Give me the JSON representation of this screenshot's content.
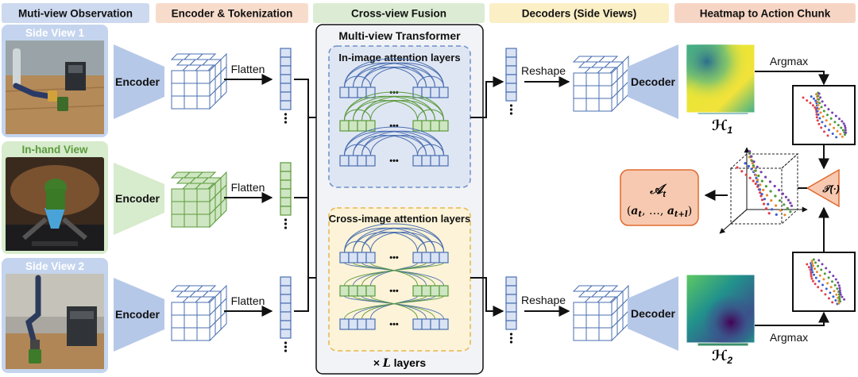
{
  "headers": [
    {
      "label": "Muti-view Observation",
      "color": "#cdd9ee"
    },
    {
      "label": "Encoder & Tokenization",
      "color": "#f8dccb"
    },
    {
      "label": "Cross-view Fusion",
      "color": "#dcecd4"
    },
    {
      "label": "Decoders (Side Views)",
      "color": "#fbefc6"
    },
    {
      "label": "Heatmap to Action Chunk",
      "color": "#f7d5c4"
    }
  ],
  "views": [
    {
      "label": "Side View 1",
      "label_color": "#ffffff",
      "panel_color": "#c4d4ee"
    },
    {
      "label": "In-hand View",
      "label_color": "#5b9a3c",
      "panel_color": "#d7ebcd"
    },
    {
      "label": "Side View 2",
      "label_color": "#ffffff",
      "panel_color": "#c4d4ee"
    }
  ],
  "encoder": {
    "label": "Encoder",
    "color": "#b6c8e8"
  },
  "flatten": {
    "label": "Flatten"
  },
  "reshape": {
    "label": "Reshape"
  },
  "decoder": {
    "label": "Decoder"
  },
  "argmax": {
    "label": "Argmax"
  },
  "transformer": {
    "title": "Multi-view Transformer",
    "in_image": "In-image attention layers",
    "cross_image": "Cross-image attention layers",
    "dots": "•••",
    "layers_prefix": "×",
    "layers_var": "L",
    "layers_suffix": "layers"
  },
  "heatmaps": {
    "h1": "ℋ",
    "h1_sub": "1",
    "h2": "ℋ",
    "h2_sub": "2"
  },
  "action": {
    "symbol": "𝒜",
    "symbol_sub": "t",
    "chunk_open": "(",
    "a": "a",
    "a_sub_t": "t",
    "sep": ", …, ",
    "a_sub_tl": "t+l",
    "chunk_close": ")"
  },
  "transform": {
    "label": "𝒯(·)"
  },
  "colors": {
    "token_blue": "#4a6fb0",
    "token_blue_fill": "#d9e3f4",
    "token_green": "#5b9a3c",
    "token_green_fill": "#cfe6c2",
    "trajectory": [
      "#e0404a",
      "#3c5fd0",
      "#e68a2e",
      "#4a9a3c",
      "#7a3fb0"
    ]
  }
}
